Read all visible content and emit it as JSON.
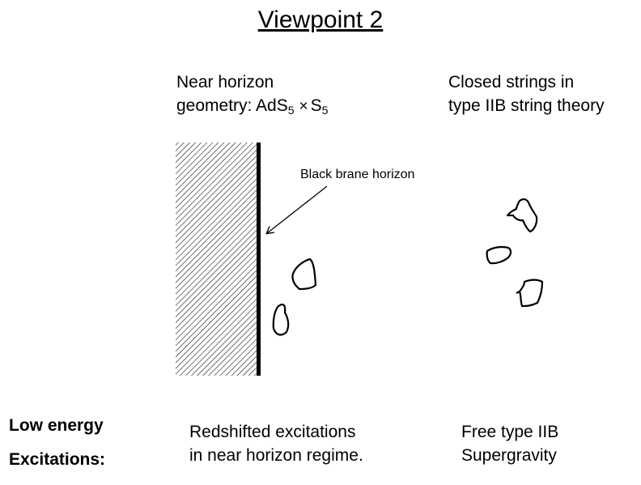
{
  "title": "Viewpoint 2",
  "left_column": {
    "line1": "Near horizon",
    "line2_prefix": "geometry: AdS",
    "sub1": "5",
    "times": "×",
    "S": "S",
    "sub2": "5"
  },
  "right_column": {
    "line1": "Closed strings in",
    "line2": "type IIB string theory"
  },
  "arrow_label": "Black brane horizon",
  "row_labels": {
    "low_energy": "Low energy",
    "excitations": "Excitations:"
  },
  "left_answer": {
    "line1": "Redshifted excitations",
    "line2": "in near horizon regime."
  },
  "right_answer": {
    "line1": "Free type IIB",
    "line2": "Supergravity"
  },
  "colors": {
    "ink": "#000000",
    "background": "#ffffff"
  }
}
